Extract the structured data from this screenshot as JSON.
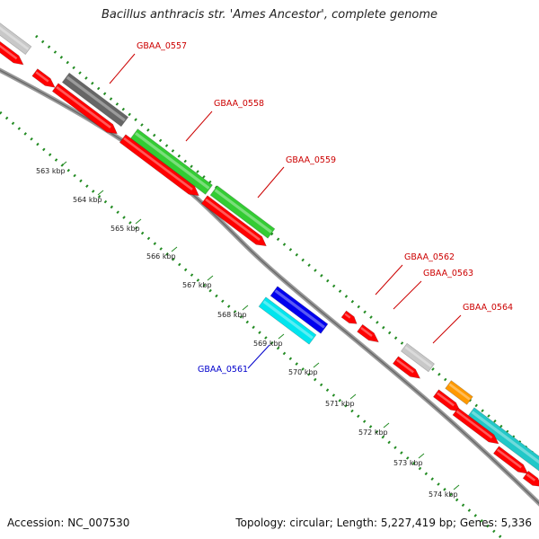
{
  "title": "Bacillus anthracis str. 'Ames Ancestor', complete genome",
  "accession": "Accession: NC_007530",
  "summary": "Topology: circular; Length: 5,227,419 bp; Genes: 5,336",
  "colors": {
    "backbone": "#808080",
    "gc_skew": "#228b22",
    "cds_red": "#ff0000",
    "label_red": "#cc0000",
    "label_blue": "#0000cc",
    "gray_light": "#c8c8c8",
    "gray_dark": "#666666",
    "green": "#33cc33",
    "blue": "#0000ee",
    "cyan": "#00e5ee",
    "orange": "#ff9900",
    "teal": "#22c8c8"
  },
  "ticks": [
    "563 kbp",
    "564 kbp",
    "565 kbp",
    "566 kbp",
    "567 kbp",
    "568 kbp",
    "569 kbp",
    "570 kbp",
    "571 kbp",
    "572 kbp",
    "573 kbp",
    "574 kbp"
  ],
  "gene_labels": [
    {
      "name": "GBAA_0557",
      "color": "red"
    },
    {
      "name": "GBAA_0558",
      "color": "red"
    },
    {
      "name": "GBAA_0559",
      "color": "red"
    },
    {
      "name": "GBAA_0562",
      "color": "red"
    },
    {
      "name": "GBAA_0563",
      "color": "red"
    },
    {
      "name": "GBAA_0564",
      "color": "red"
    },
    {
      "name": "GBAA_0561",
      "color": "blue"
    }
  ]
}
